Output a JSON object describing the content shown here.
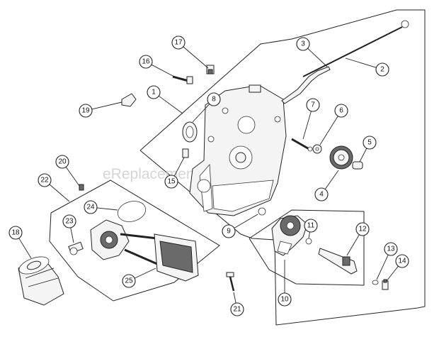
{
  "watermark": "eReplacementParts.com",
  "callouts": [
    {
      "id": "c1",
      "label": "1"
    },
    {
      "id": "c2",
      "label": "2"
    },
    {
      "id": "c3",
      "label": "3"
    },
    {
      "id": "c4",
      "label": "4"
    },
    {
      "id": "c5",
      "label": "5"
    },
    {
      "id": "c6",
      "label": "6"
    },
    {
      "id": "c7",
      "label": "7"
    },
    {
      "id": "c8",
      "label": "8"
    },
    {
      "id": "c9",
      "label": "9"
    },
    {
      "id": "c10",
      "label": "10"
    },
    {
      "id": "c11",
      "label": "11"
    },
    {
      "id": "c12",
      "label": "12"
    },
    {
      "id": "c13",
      "label": "13"
    },
    {
      "id": "c14",
      "label": "14"
    },
    {
      "id": "c15",
      "label": "15"
    },
    {
      "id": "c16",
      "label": "16"
    },
    {
      "id": "c17",
      "label": "17"
    },
    {
      "id": "c18",
      "label": "18"
    },
    {
      "id": "c19",
      "label": "19"
    },
    {
      "id": "c20",
      "label": "20"
    },
    {
      "id": "c21",
      "label": "21"
    },
    {
      "id": "c22",
      "label": "22"
    },
    {
      "id": "c23",
      "label": "23"
    },
    {
      "id": "c24",
      "label": "24"
    },
    {
      "id": "c25",
      "label": "25"
    }
  ]
}
